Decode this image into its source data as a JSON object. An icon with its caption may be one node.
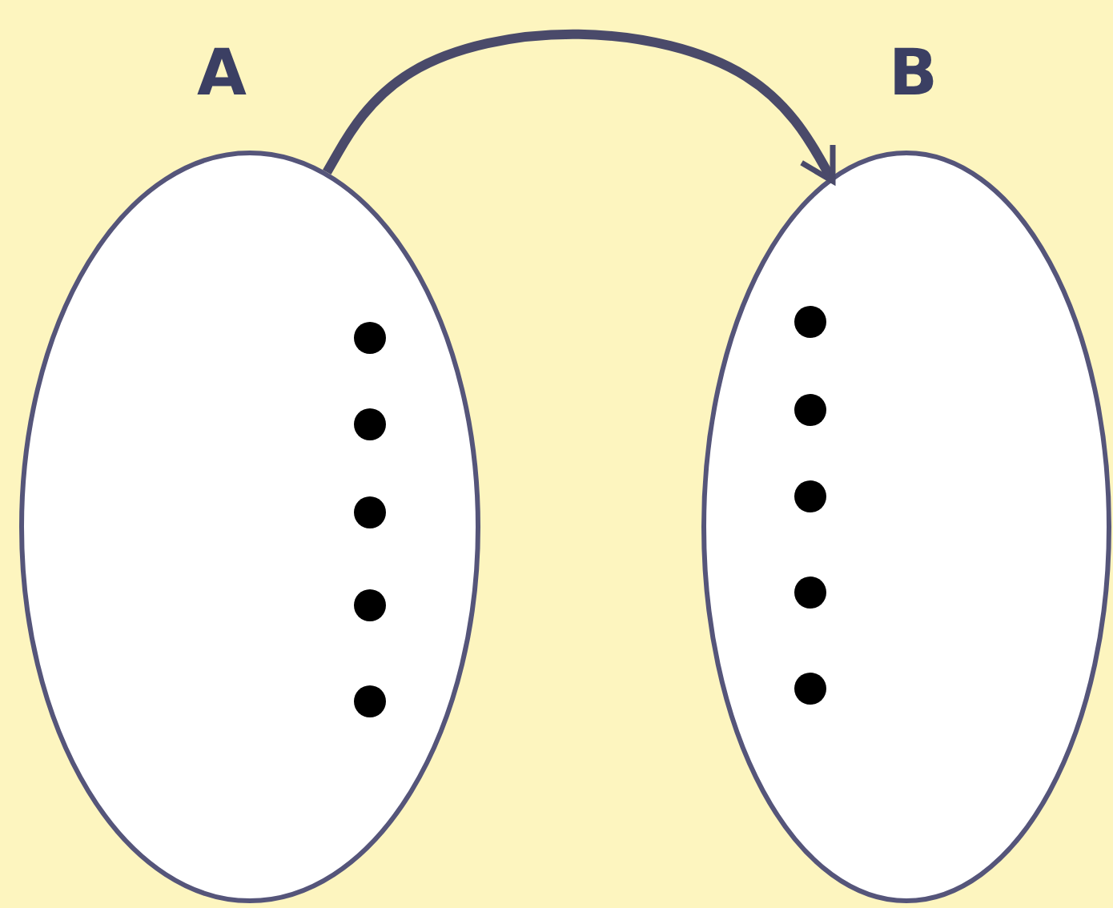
{
  "diagram": {
    "nodes": [
      {
        "text": [
          "A"
        ]
      },
      {
        "text": [
          "B"
        ]
      },
      {
        "text": [],
        "shape": "circle",
        "in": 0
      },
      {
        "text": [],
        "shape": "circle",
        "in": 0
      },
      {
        "text": [],
        "shape": "circle",
        "in": 0
      },
      {
        "text": [],
        "shape": "circle",
        "in": 0
      },
      {
        "text": [],
        "shape": "circle",
        "in": 0
      },
      {
        "text": [],
        "shape": "circle",
        "in": 1
      },
      {
        "text": [],
        "shape": "circle",
        "in": 1
      },
      {
        "text": [],
        "shape": "circle",
        "in": 1
      },
      {
        "text": [],
        "shape": "circle",
        "in": 1
      },
      {
        "text": [],
        "shape": "circle",
        "in": 1
      }
    ],
    "edges": [
      {
        "from": 0,
        "to": 1,
        "arrow": "to"
      }
    ]
  }
}
